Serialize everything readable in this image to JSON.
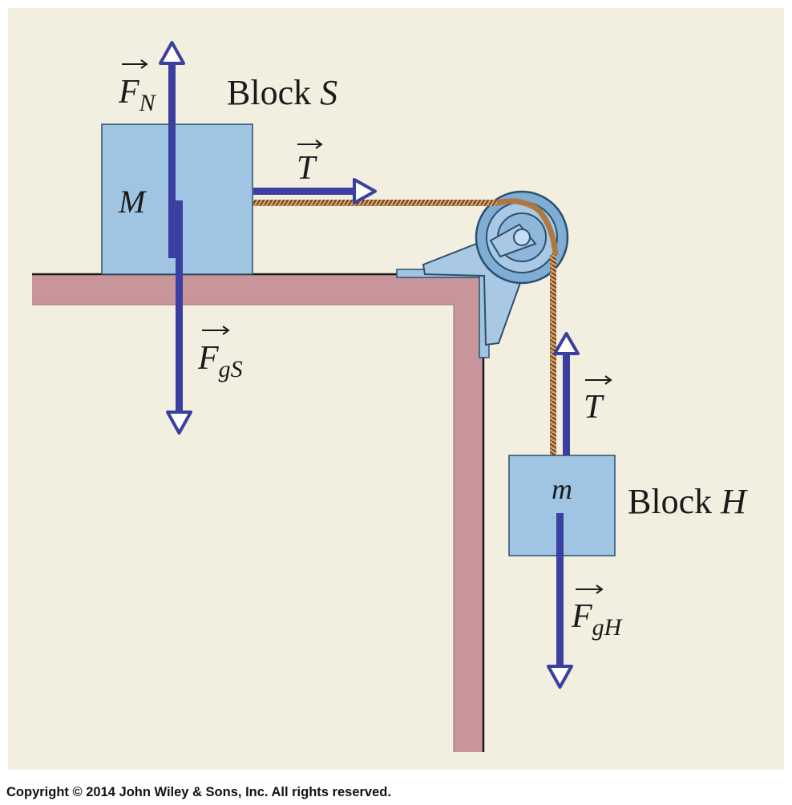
{
  "labels": {
    "block_s": "Block ",
    "block_s_letter": "S",
    "block_h": "Block ",
    "block_h_letter": "H",
    "mass_big": "M",
    "mass_small": "m",
    "normal_force": "F",
    "normal_force_sub": "N",
    "weight_s": "F",
    "weight_s_sub": "gS",
    "weight_h": "F",
    "weight_h_sub": "gH",
    "tension_s": "T",
    "tension_h": "T"
  },
  "copyright": "Copyright © 2014 John Wiley & Sons, Inc. All rights reserved.",
  "colors": {
    "background": "#f2eee0",
    "table": "#c8969a",
    "table_edge": "#1a1a1a",
    "block": "#9fc5e2",
    "vector": "#3b3fa0",
    "rope": "#b07840",
    "pulley": "#8db6d8"
  }
}
